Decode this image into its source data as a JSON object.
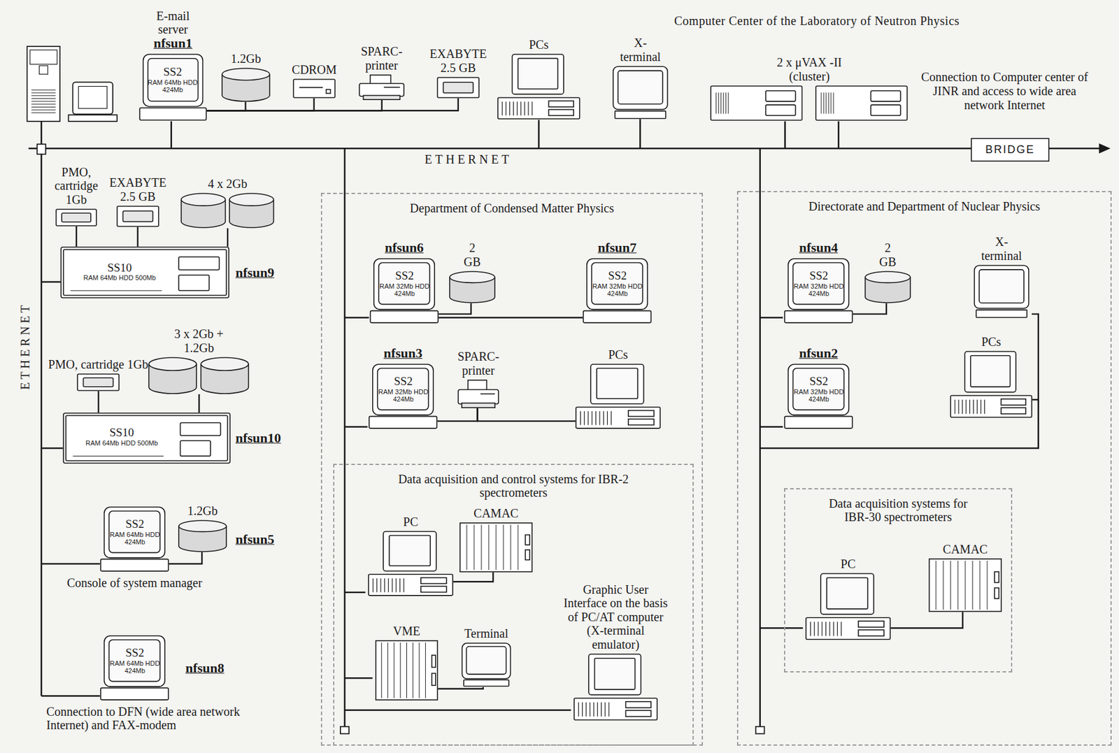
{
  "diagram": {
    "title": "Computer Center of the Laboratory of Neutron Physics",
    "nodes": [
      {
        "text": [
          "Department of Condensed Matter Physics"
        ]
      },
      {
        "text": [
          "Data acquisition and control systems for IBR-2 spectrometers"
        ],
        "in": 0
      },
      {
        "text": [
          "Directorate and Department of Nuclear Physics"
        ]
      },
      {
        "text": [
          "Data acquisition systems for IBR-30 spectrometers"
        ],
        "in": 2
      },
      {
        "text": [
          "E-mail server",
          "nfsun1",
          "SS2",
          "RAM 64Mb HDD 424Mb"
        ]
      },
      {
        "text": [
          "1.2Gb"
        ]
      },
      {
        "text": [
          "CDROM"
        ]
      },
      {
        "text": [
          "SPARC- printer"
        ]
      },
      {
        "text": [
          "EXABYTE 2.5 GB"
        ]
      },
      {
        "text": [
          "PCs"
        ]
      },
      {
        "text": [
          "X-terminal"
        ]
      },
      {
        "text": [
          "2 x μVAX -II (cluster)"
        ]
      },
      {
        "text": [
          "BRIDGE"
        ]
      },
      {
        "text": [
          "PMO, cartridge 1Gb"
        ]
      },
      {
        "text": [
          "EXABYTE 2.5 GB"
        ]
      },
      {
        "text": [
          "4 x 2Gb"
        ]
      },
      {
        "text": [
          "SS10",
          "RAM 64Mb HDD 500Mb",
          "nfsun9"
        ]
      },
      {
        "text": [
          "PMO, cartridge 1Gb"
        ]
      },
      {
        "text": [
          "3 x 2Gb + 1.2Gb"
        ]
      },
      {
        "text": [
          "SS10",
          "RAM 64Mb HDD 500Mb",
          "nfsun10"
        ]
      },
      {
        "text": [
          "SS2",
          "RAM 64Mb HDD 424Mb",
          "nfsun5",
          "Console of system manager"
        ]
      },
      {
        "text": [
          "1.2Gb"
        ]
      },
      {
        "text": [
          "SS2",
          "RAM 64Mb HDD 424Mb",
          "nfsun8",
          "Connection to DFN (wide area network Internet) and FAX-modem"
        ]
      },
      {
        "text": [
          "nfsun6",
          "SS2",
          "RAM 32Mb HDD 424Mb"
        ],
        "in": 0
      },
      {
        "text": [
          "2 GB"
        ],
        "in": 0
      },
      {
        "text": [
          "nfsun7",
          "SS2",
          "RAM 32Mb HDD 424Mb"
        ],
        "in": 0
      },
      {
        "text": [
          "nfsun3",
          "SS2",
          "RAM 32Mb HDD 424Mb"
        ],
        "in": 0
      },
      {
        "text": [
          "SPARC- printer"
        ],
        "in": 0
      },
      {
        "text": [
          "PCs"
        ],
        "in": 0
      },
      {
        "text": [
          "PC"
        ],
        "in": 1
      },
      {
        "text": [
          "CAMAC"
        ],
        "in": 1
      },
      {
        "text": [
          "VME"
        ],
        "in": 1
      },
      {
        "text": [
          "Terminal"
        ],
        "in": 1
      },
      {
        "text": [
          "Graphic User Interface on the basis of PC/AT computer (X-terminal emulator)"
        ],
        "in": 1
      },
      {
        "text": [
          "nfsun4",
          "SS2",
          "RAM 32Mb HDD 424Mb"
        ],
        "in": 2
      },
      {
        "text": [
          "2 GB"
        ],
        "in": 2
      },
      {
        "text": [
          "X-terminal"
        ],
        "in": 2
      },
      {
        "text": [
          "nfsun2",
          "SS2",
          "RAM 32Mb HDD 424Mb"
        ],
        "in": 2
      },
      {
        "text": [
          "PCs"
        ],
        "in": 2
      },
      {
        "text": [
          "PC"
        ],
        "in": 3
      },
      {
        "text": [
          "CAMAC"
        ],
        "in": 3
      }
    ],
    "edges": [
      {
        "from": 4,
        "to": 5,
        "arrow": "none"
      },
      {
        "from": 4,
        "to": 6,
        "arrow": "none"
      },
      {
        "from": 4,
        "to": 7,
        "arrow": "none"
      },
      {
        "from": 4,
        "to": 8,
        "arrow": "none"
      },
      {
        "from": 16,
        "to": 13,
        "arrow": "none"
      },
      {
        "from": 16,
        "to": 14,
        "arrow": "none"
      },
      {
        "from": 16,
        "to": 15,
        "arrow": "none"
      },
      {
        "from": 19,
        "to": 17,
        "arrow": "none"
      },
      {
        "from": 19,
        "to": 18,
        "arrow": "none"
      },
      {
        "from": 20,
        "to": 21,
        "arrow": "none"
      },
      {
        "from": 23,
        "to": 24,
        "arrow": "none"
      },
      {
        "from": 23,
        "to": 25,
        "arrow": "none"
      },
      {
        "from": 26,
        "to": 27,
        "arrow": "none"
      },
      {
        "from": 27,
        "to": 28,
        "arrow": "none"
      },
      {
        "from": 29,
        "to": 30,
        "arrow": "none"
      },
      {
        "from": 31,
        "to": 32,
        "arrow": "none"
      },
      {
        "from": 34,
        "to": 35,
        "arrow": "none"
      },
      {
        "from": 36,
        "to": 38,
        "arrow": "none"
      },
      {
        "from": 39,
        "to": 40,
        "arrow": "none"
      }
    ],
    "labels": [
      "ETHERNET",
      "ETHERNET",
      "Connection to Computer center of JINR and access to wide area network Internet"
    ]
  }
}
